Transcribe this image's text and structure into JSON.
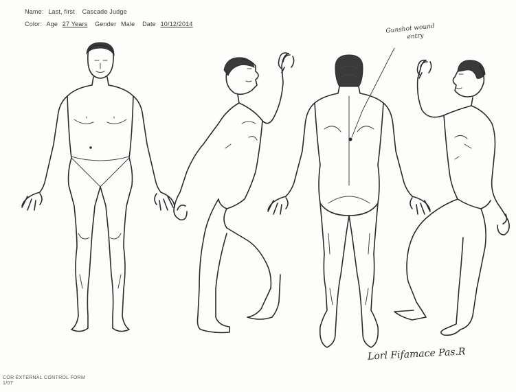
{
  "form": {
    "row1": [
      {
        "label": "Name:",
        "value": "Last, first",
        "extra": "Cascade Judge"
      },
      {
        "label": "",
        "value": "",
        "extra": ""
      }
    ],
    "name_label": "Name:",
    "name_value": "Last, first",
    "record_value": "Cascade Judge",
    "color_label": "Color:",
    "age_label": "Age",
    "age_value": "27 Years",
    "gender_label": "Gender",
    "gender_value": "Male",
    "date_label": "Date",
    "date_value": "10/12/2014"
  },
  "annotation": {
    "line1": "Gunshot wound",
    "line2": "entry"
  },
  "signature": "Lorl Fifamace Pas.R",
  "footer": {
    "line1": "COR EXTERNAL  CONTROL FORM",
    "line2": "1/07"
  }
}
